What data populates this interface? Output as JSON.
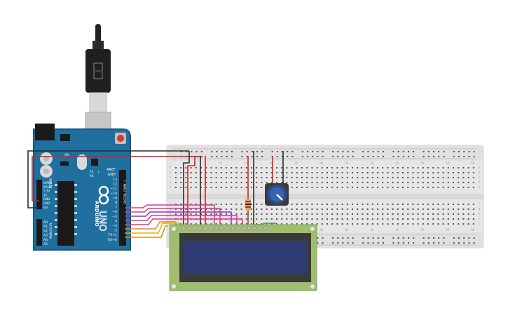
{
  "arduino": {
    "brand": "ARDUINO",
    "model": "UNO",
    "aref": "AREF",
    "gnd": "GND",
    "digital_pins": [
      "13",
      "12",
      "~11",
      "~10",
      "~9",
      "8",
      "7",
      "~6",
      "~5",
      "4",
      "~3",
      "2",
      "TX→1",
      "RX←0"
    ],
    "digital_label": "DIGITAL (PWM~)",
    "power_pins": [
      "IOREF",
      "RESET",
      "3.3V",
      "5V",
      "GND",
      "GND",
      "Vin"
    ],
    "power_label": "POWER",
    "analog_pins": [
      "A0",
      "A1",
      "A2",
      "A3",
      "A4",
      "A5"
    ],
    "analog_label": "ANALOG IN",
    "on_label": "ON",
    "tx_label": "TX",
    "rx_label": "RX",
    "l_label": "L"
  },
  "breadboard": {
    "column_markers": [
      "5",
      "10",
      "15",
      "20",
      "25",
      "30",
      "35",
      "40",
      "45",
      "50",
      "55",
      "60"
    ],
    "row_letters_top": [
      "a",
      "b",
      "c",
      "d",
      "e"
    ],
    "row_letters_bottom": [
      "f",
      "g",
      "h",
      "i",
      "j"
    ]
  },
  "colors": {
    "board": "#1f6f9f",
    "board_dark": "#175a82",
    "breadboard": "#e6e6e6",
    "lcd_pcb": "#9fbe70",
    "lcd_screen": "#2e3a73",
    "wire_red": "#d32020",
    "wire_black": "#2a2a2a",
    "wire_pink": "#d63a8f",
    "wire_purple": "#8a3ab5",
    "wire_orange": "#e08a1a",
    "wire_yellow": "#e0b01a",
    "wire_brown": "#8a4a20",
    "wire_green": "#3a9a3a"
  },
  "icons": [
    "usb-plug-icon",
    "reset-button-icon",
    "potentiometer-icon",
    "resistor-icon"
  ]
}
